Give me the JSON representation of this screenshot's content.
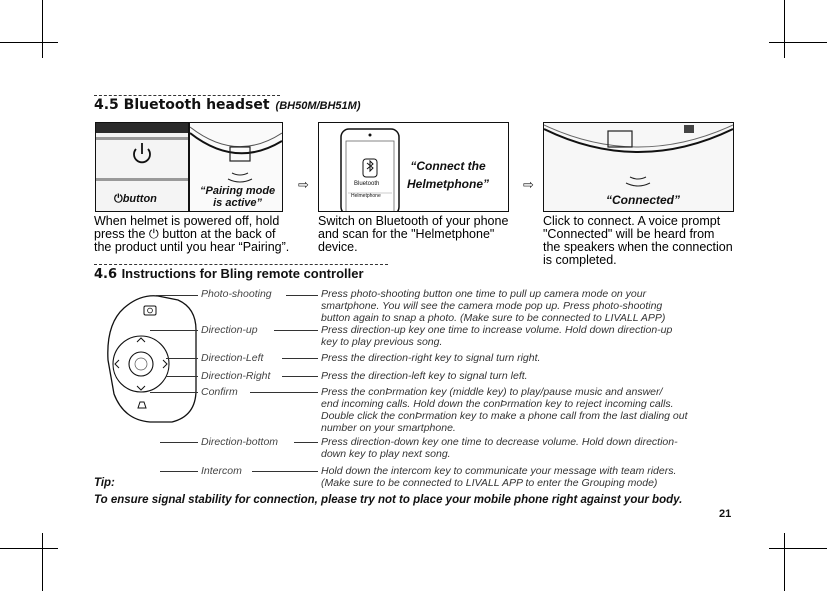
{
  "section_45": {
    "title": "4.5 Bluetooth headset",
    "subtitle": "(BH50M/BH51M)"
  },
  "panels": {
    "button_label": "button",
    "pairing_label_1": "“Pairing mode",
    "pairing_label_2": "is active”",
    "connect_label_1": "“Connect the",
    "connect_label_2": "Helmetphone”",
    "phone_bt_text": "Bluetooth",
    "phone_device_text": "Helmetphone",
    "connected_label": "“Connected”"
  },
  "captions": {
    "step1_a": " When helmet is powered off, hold",
    "step1_b_pre": "press the ",
    "step1_b_post": " button at the back of",
    "step1_c": "the product until you hear “Pairing”.",
    "step2_a": "Switch on Bluetooth of your phone",
    "step2_b": "and scan for the \"Helmetphone\"",
    "step2_c": "device.",
    "step3_a": "Click to connect. A voice prompt",
    "step3_b": "\"Connected\" will be heard from",
    "step3_c": "the speakers when the connection",
    "step3_d": "is completed."
  },
  "section_46": {
    "number": "4.6",
    "title": "Instructions for Bling remote controller"
  },
  "controls": [
    {
      "label": "Photo-shooting",
      "lines": [
        "Press photo-shooting button one time to pull up camera mode on your",
        "smartphone. You will see the camera mode pop up. Press photo-shooting",
        "button again to snap a photo. (Make sure to be connected to LIVALL APP)"
      ]
    },
    {
      "label": "Direction-up",
      "lines": [
        "Press direction-up  key one time  to increase volume. Hold down direction-up",
        "key to play previous song."
      ]
    },
    {
      "label": "Direction-Left",
      "lines": [
        "Press the direction-right key to signal turn right."
      ]
    },
    {
      "label": "Direction-Right",
      "lines": [
        "Press the direction-left key to signal turn left."
      ]
    },
    {
      "label": "Confirm",
      "lines": [
        "Press the conÞrmation key (middle key) to play/pause music and answer/",
        "end incoming calls. Hold down the conÞrmation key to reject incoming calls.",
        "Double click the conÞrmation key to make a phone call from the last dialing out",
        "number on your smartphone."
      ]
    },
    {
      "label": "Direction-bottom",
      "lines": [
        "Press direction-down key one time to decrease volume. Hold down direction-",
        "down key to play next song."
      ]
    },
    {
      "label": "Intercom",
      "lines": [
        "Hold down the intercom key to communicate your message with team riders.",
        "(Make sure to be connected to LIVALL APP to enter the Grouping mode)"
      ]
    }
  ],
  "tip": {
    "label": "Tip:",
    "text": "To ensure signal stability for connection, please try not to place your mobile phone right against your body."
  },
  "page_number": "21"
}
